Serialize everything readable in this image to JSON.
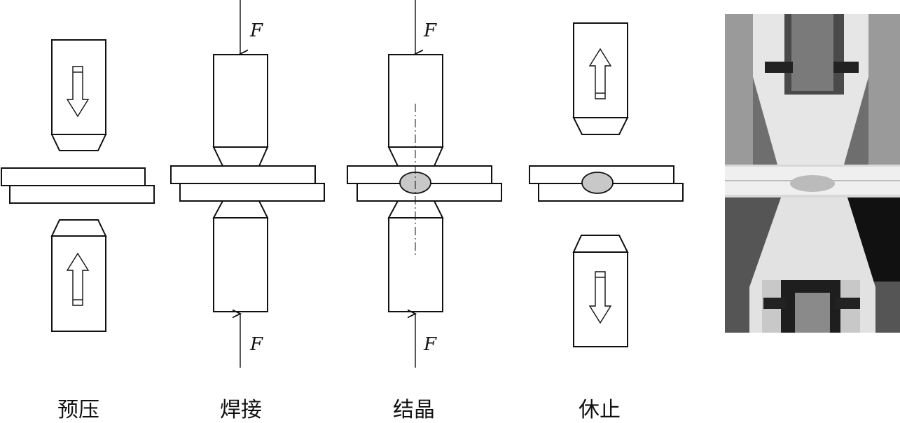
{
  "force_symbol": "F",
  "stages": [
    {
      "label": "预压"
    },
    {
      "label": "焊接"
    },
    {
      "label": "结晶"
    },
    {
      "label": "休止"
    }
  ],
  "colors": {
    "nugget": "#c8c8c8",
    "line": "#111111"
  }
}
